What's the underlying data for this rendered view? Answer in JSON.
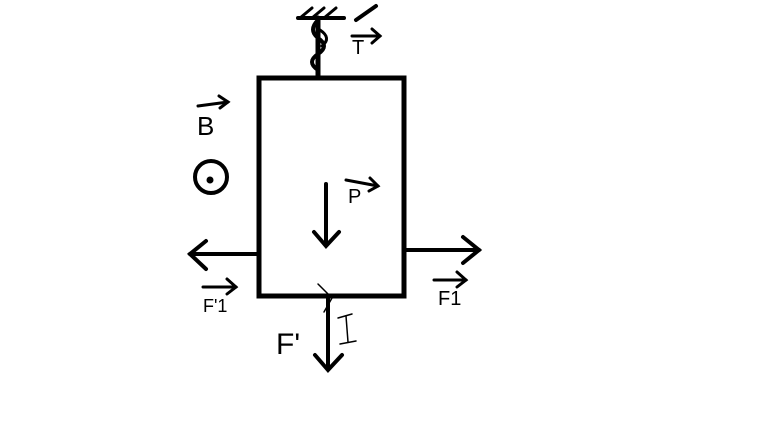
{
  "labels": {
    "tension": "T",
    "magnetic_field": "B",
    "weight": "P",
    "force_left": "F'1",
    "force_right": "F1",
    "force_bottom": "F'",
    "current": "I"
  },
  "icons": {
    "field_out_of_page": "circle-dot-icon",
    "vector_arrow": "over-arrow-icon",
    "suspension_spring": "spring-icon"
  },
  "colors": {
    "stroke": "#000000",
    "background": "#ffffff"
  }
}
